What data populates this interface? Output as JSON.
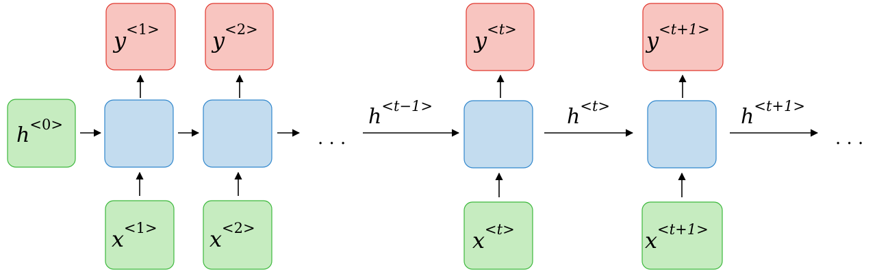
{
  "colors": {
    "input_fill": "#c6ecc0",
    "input_stroke": "#3cb83c",
    "output_fill": "#f8c5c0",
    "output_stroke": "#e0372e",
    "cell_fill": "#c3dcef",
    "cell_stroke": "#2f86cc",
    "arrow": "#000000"
  },
  "initial_state": {
    "base": "h",
    "sup_open": "<",
    "sup_index": "0",
    "sup_close": ">"
  },
  "units": [
    {
      "input": {
        "base": "x",
        "sup_index": "1"
      },
      "output": {
        "base": "y",
        "sup_index": "1"
      }
    },
    {
      "input": {
        "base": "x",
        "sup_index": "2"
      },
      "output": {
        "base": "y",
        "sup_index": "2"
      }
    },
    {
      "input": {
        "base": "x",
        "sup_index": "t"
      },
      "output": {
        "base": "y",
        "sup_index": "t"
      }
    },
    {
      "input": {
        "base": "x",
        "sup_index": "t+1"
      },
      "output": {
        "base": "y",
        "sup_index": "t+1"
      }
    }
  ],
  "hidden_labels": [
    {
      "base": "h",
      "sup_index": "t−1"
    },
    {
      "base": "h",
      "sup_index": "t"
    },
    {
      "base": "h",
      "sup_index": "t+1"
    }
  ],
  "ellipsis": "· · ·"
}
